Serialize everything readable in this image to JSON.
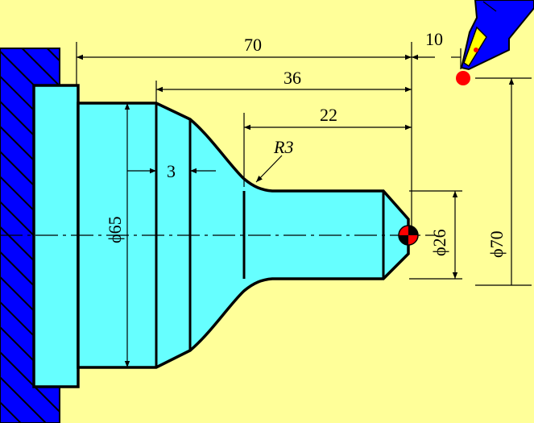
{
  "dimensions": {
    "total_length": "70",
    "shoulder_length": "36",
    "small_length": "22",
    "tool_offset": "10",
    "chamfer_width": "3",
    "fillet_radius": "R3",
    "dia_large": "ϕ65",
    "dia_small": "ϕ26",
    "dia_tool": "ϕ70"
  },
  "colors": {
    "background": "#ffff99",
    "part": "#66ffff",
    "chuck": "#0000ff",
    "origin_point": "#ff0000",
    "tool_insert": "#ffff00"
  },
  "icons": {
    "workpiece_origin": "origin-marker-icon",
    "tool_point": "tool-point-icon"
  }
}
